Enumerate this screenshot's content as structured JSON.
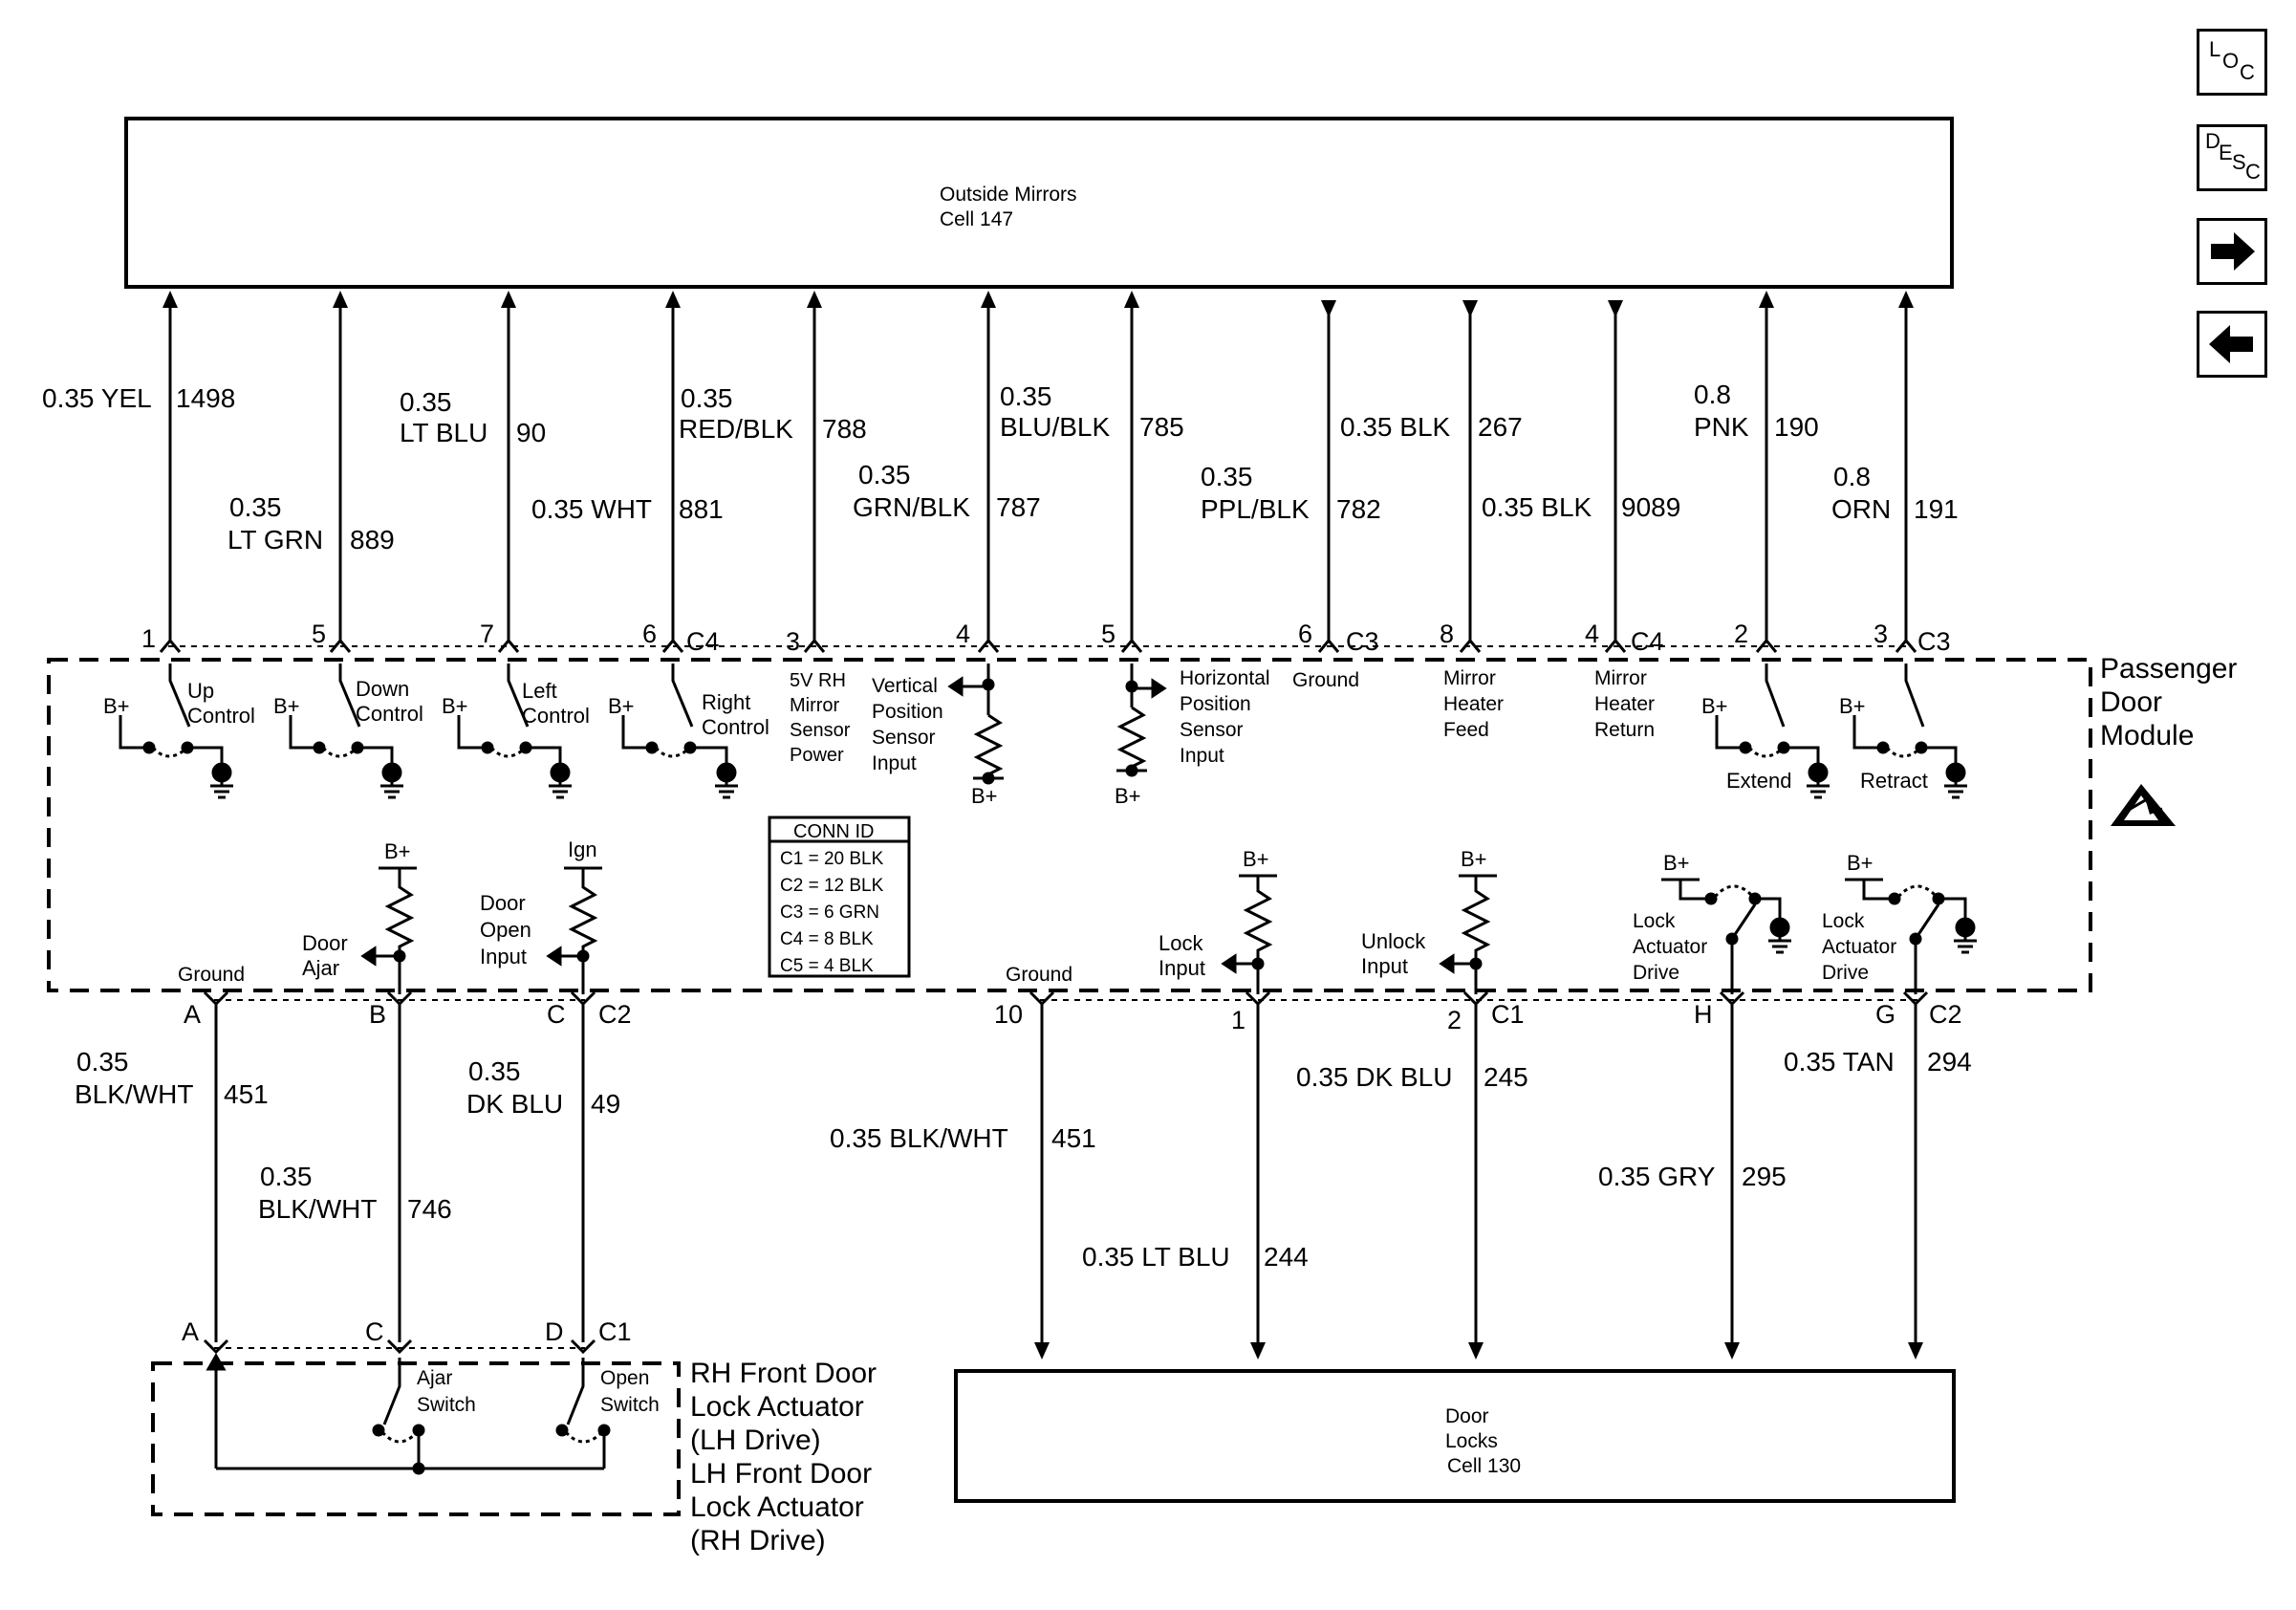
{
  "nav": {
    "loc": {
      "a": "L",
      "b": "O",
      "c": "C"
    },
    "desc": {
      "a": "D",
      "b": "E",
      "c": "S",
      "d": "C"
    }
  },
  "top_component": {
    "name": "Outside Mirrors",
    "cell": "Cell 147"
  },
  "bottom_component": {
    "name": "Door",
    "name2": "Locks",
    "cell": "Cell 130"
  },
  "module": {
    "l1": "Passenger",
    "l2": "Door",
    "l3": "Module"
  },
  "actuator": {
    "l1": "RH Front Door",
    "l2": "Lock Actuator",
    "l3": "(LH Drive)",
    "l4": "LH Front Door",
    "l5": "Lock Actuator",
    "l6": "(RH Drive)"
  },
  "conn_id": {
    "title": "CONN ID",
    "rows": [
      "C1 = 20 BLK",
      "C2 = 12 BLK",
      "C3 = 6 GRN",
      "C4 = 8 BLK",
      "C5 = 4 BLK"
    ]
  },
  "upper_wires": [
    {
      "pin": "1",
      "gauge": "0.35 YEL",
      "circuit": "1498"
    },
    {
      "pin": "5",
      "gauge": "0.35",
      "color": "LT GRN",
      "circuit": "889"
    },
    {
      "pin": "7",
      "gauge": "0.35",
      "color": "LT BLU",
      "circuit": "90"
    },
    {
      "pin": "6",
      "conn": "C4",
      "gauge": "0.35 WHT",
      "circuit": "881"
    },
    {
      "pin": "3",
      "gauge": "0.35",
      "color": "RED/BLK",
      "circuit": "788"
    },
    {
      "pin": "4",
      "gauge": "0.35",
      "color": "GRN/BLK",
      "circuit": "787"
    },
    {
      "pin": "5",
      "gauge": "0.35",
      "color": "BLU/BLK",
      "circuit": "785"
    },
    {
      "pin": "6",
      "conn": "C3",
      "gauge": "0.35",
      "color": "PPL/BLK",
      "circuit": "782"
    },
    {
      "pin": "8",
      "gauge": "0.35 BLK",
      "circuit": "267"
    },
    {
      "pin": "4",
      "conn": "C4",
      "gauge": "0.35 BLK",
      "circuit": "9089"
    },
    {
      "pin": "2",
      "gauge": "0.8",
      "color": "PNK",
      "circuit": "190"
    },
    {
      "pin": "3",
      "conn": "C3",
      "gauge": "0.8",
      "color": "ORN",
      "circuit": "191"
    }
  ],
  "lower_wires": [
    {
      "pin": "A",
      "gauge": "0.35",
      "color": "BLK/WHT",
      "circuit": "451"
    },
    {
      "pin": "B",
      "gauge": "0.35",
      "color": "BLK/WHT",
      "circuit": "746"
    },
    {
      "pin": "C",
      "conn": "C2",
      "gauge": "0.35",
      "color": "DK BLU",
      "circuit": "49"
    },
    {
      "pin": "10",
      "gauge": "0.35 BLK/WHT",
      "circuit": "451"
    },
    {
      "pin": "1",
      "gauge": "0.35 LT BLU",
      "circuit": "244"
    },
    {
      "pin": "2",
      "conn": "C1",
      "gauge": "0.35 DK BLU",
      "circuit": "245"
    },
    {
      "pin": "H",
      "gauge": "0.35 GRY",
      "circuit": "295"
    },
    {
      "pin": "G",
      "conn": "C2",
      "gauge": "0.35 TAN",
      "circuit": "294"
    }
  ],
  "actuator_pins": [
    {
      "pin": "A"
    },
    {
      "pin": "C"
    },
    {
      "pin": "D",
      "conn": "C1"
    }
  ],
  "labels": {
    "up_control": [
      "Up",
      "Control"
    ],
    "down_control": [
      "Down",
      "Control"
    ],
    "left_control": [
      "Left",
      "Control"
    ],
    "right_control": [
      "Right",
      "Control"
    ],
    "five_v": [
      "5V RH",
      "Mirror",
      "Sensor",
      "Power"
    ],
    "vert": [
      "Vertical",
      "Position",
      "Sensor",
      "Input"
    ],
    "horiz": [
      "Horizontal",
      "Position",
      "Sensor",
      "Input"
    ],
    "ground": "Ground",
    "mirror_heater_feed": [
      "Mirror",
      "Heater",
      "Feed"
    ],
    "mirror_heater_return": [
      "Mirror",
      "Heater",
      "Return"
    ],
    "extend": "Extend",
    "retract": "Retract",
    "bplus": "B+",
    "ign": "Ign",
    "door_ajar": [
      "Door",
      "Ajar"
    ],
    "door_open_input": [
      "Door",
      "Open",
      "Input"
    ],
    "lock_input": [
      "Lock",
      "Input"
    ],
    "unlock_input": [
      "Unlock",
      "Input"
    ],
    "lock_actuator_drive": [
      "Lock",
      "Actuator",
      "Drive"
    ],
    "ajar_switch": [
      "Ajar",
      "Switch"
    ],
    "open_switch": [
      "Open",
      "Switch"
    ]
  }
}
